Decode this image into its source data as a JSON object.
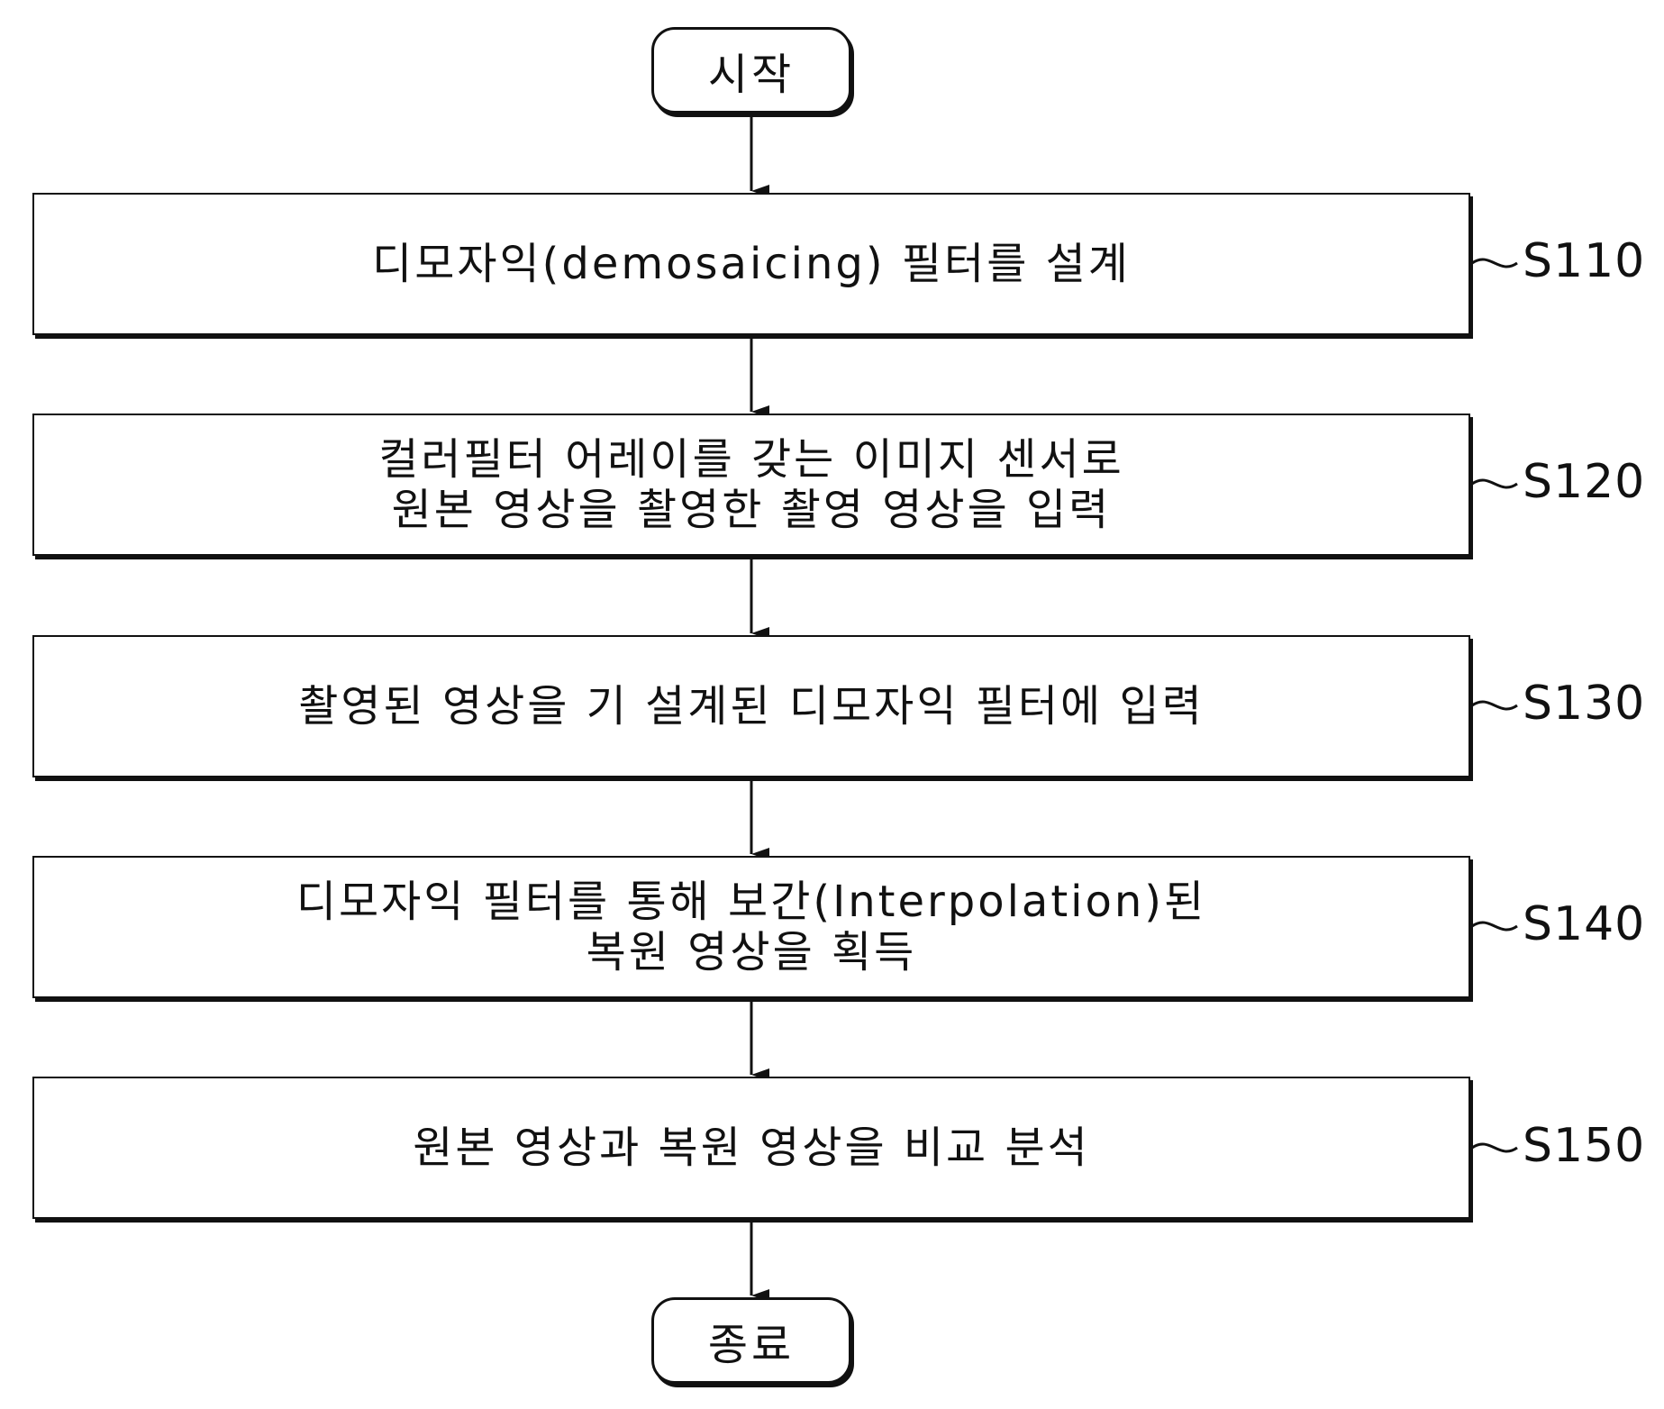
{
  "flowchart": {
    "start_label": "시작",
    "end_label": "종료",
    "steps": [
      {
        "id": "S110",
        "lines": [
          "디모자익(demosaicing) 필터를 설계"
        ]
      },
      {
        "id": "S120",
        "lines": [
          "컬러필터 어레이를 갖는 이미지 센서로",
          "원본 영상을 촬영한 촬영 영상을 입력"
        ]
      },
      {
        "id": "S130",
        "lines": [
          "촬영된 영상을 기 설계된 디모자익 필터에 입력"
        ]
      },
      {
        "id": "S140",
        "lines": [
          "디모자익 필터를 통해 보간(Interpolation)된",
          "복원 영상을 획득"
        ]
      },
      {
        "id": "S150",
        "lines": [
          "원본 영상과 복원 영상을 비교 분석"
        ]
      }
    ]
  }
}
